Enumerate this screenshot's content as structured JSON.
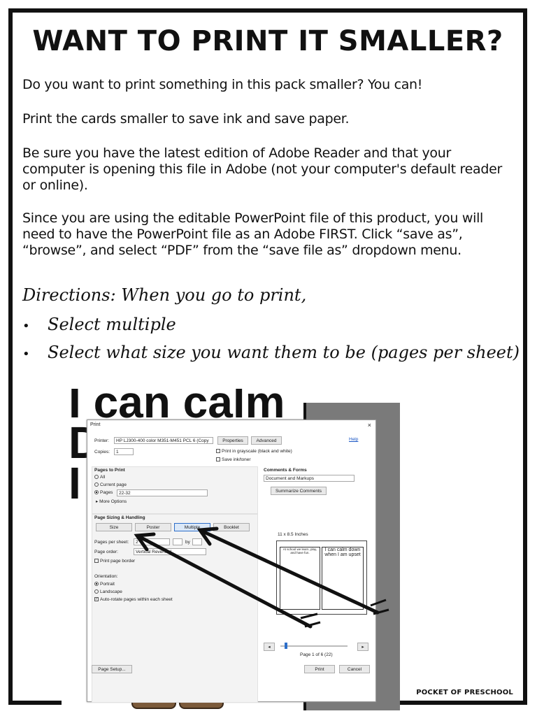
{
  "title": "WANT TO PRINT IT SMALLER?",
  "paragraphs": [
    "Do you want to print something in this pack smaller? You can!",
    "Print the cards smaller to save ink and save paper.",
    "Be sure you have the latest edition of Adobe Reader and that your computer is opening this file in Adobe (not your computer's default reader or online).",
    "Since you are using the editable PowerPoint file of this product, you will need to have the PowerPoint file as an Adobe FIRST. Click “save as”, “browse”, and select “PDF” from the “save file as” dropdown menu."
  ],
  "directions": "Directions: When you go to print,",
  "bullets": [
    "Select multiple",
    "Select what size you want them to be (pages per sheet)"
  ],
  "background_text": "I can calm\nD\nI",
  "dialog": {
    "title": "Print",
    "close": "×",
    "printer_label": "Printer:",
    "printer_value": "HP LJ300-400 color M351-M451 PCL 6 (Copy",
    "properties": "Properties",
    "advanced": "Advanced",
    "help": "Help",
    "copies_label": "Copies:",
    "copies_value": "1",
    "grayscale": "Print in grayscale (black and white)",
    "save_ink": "Save ink/toner",
    "pages_to_print": "Pages to Print",
    "all": "All",
    "current_page": "Current page",
    "pages": "Pages",
    "pages_value": "22-32",
    "more_options": "More Options",
    "comments_forms": "Comments & Forms",
    "comments_value": "Document and Markups",
    "summarize": "Summarize Comments",
    "page_sizing": "Page Sizing & Handling",
    "size_btn": "Size",
    "poster_btn": "Poster",
    "multiple_btn": "Multiple",
    "booklet_btn": "Booklet",
    "pages_per_sheet_label": "Pages per sheet:",
    "pages_per_sheet_value": "2",
    "by": "by",
    "page_order_label": "Page order:",
    "page_order_value": "Vertical Reversed",
    "print_border": "Print page border",
    "orientation": "Orientation:",
    "portrait": "Portrait",
    "landscape": "Landscape",
    "auto_rotate": "Auto-rotate pages within each sheet",
    "paper_size": "11 x 8.5 Inches",
    "page_indicator": "Page 1 of 6 (22)",
    "page_setup": "Page Setup...",
    "print": "Print",
    "cancel": "Cancel",
    "card_left": "At school we learn, play, and have fun.",
    "card_right": "I can calm down when I am upset"
  },
  "footer": "POCKET OF PRESCHOOL"
}
